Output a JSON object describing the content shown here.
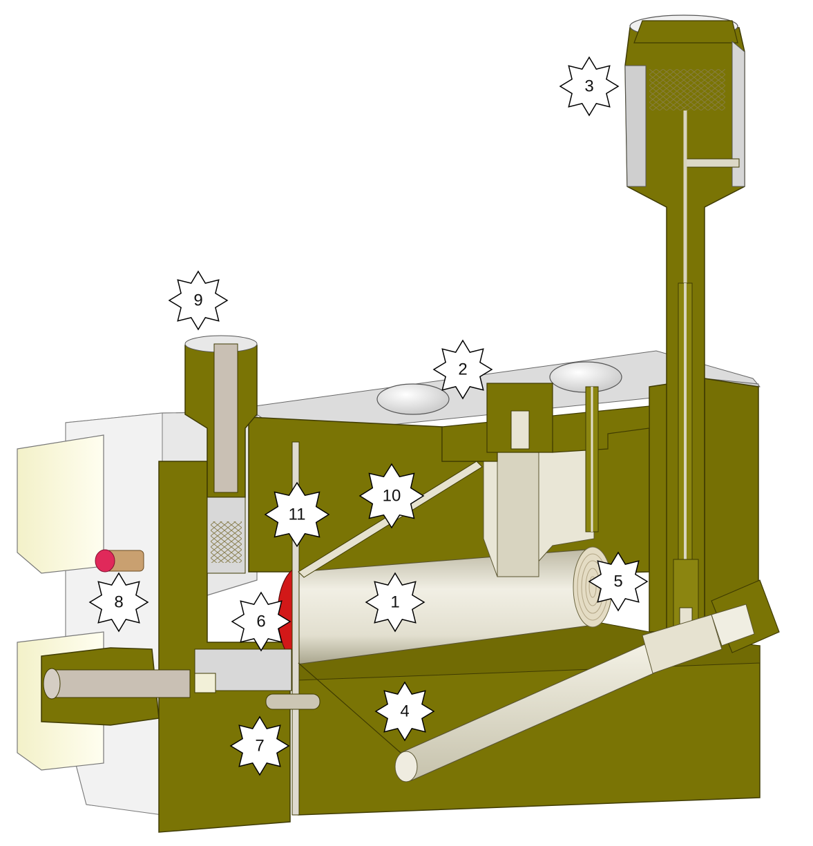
{
  "colors": {
    "body": "#7a7405",
    "body_dark": "#5f5a03",
    "body_light": "#8f8812",
    "bore": "#dcd8c6",
    "bore_light": "#efece0",
    "bore_shadow": "#a8a48c",
    "steel": "#c9c0b4",
    "plastic": "#ecebd0",
    "gray_face": "#d8d8d8",
    "gray_light": "#ececec",
    "diaphragm": "#d21818",
    "plug": "#e0295a",
    "label_fill": "#ffffff",
    "label_stroke": "#000000"
  },
  "labels": [
    {
      "id": "1",
      "text": "1"
    },
    {
      "id": "2",
      "text": "2"
    },
    {
      "id": "3",
      "text": "3"
    },
    {
      "id": "4",
      "text": "4"
    },
    {
      "id": "5",
      "text": "5"
    },
    {
      "id": "6",
      "text": "6"
    },
    {
      "id": "7",
      "text": "7"
    },
    {
      "id": "8",
      "text": "8"
    },
    {
      "id": "9",
      "text": "9"
    },
    {
      "id": "10",
      "text": "10"
    },
    {
      "id": "11",
      "text": "11"
    }
  ]
}
